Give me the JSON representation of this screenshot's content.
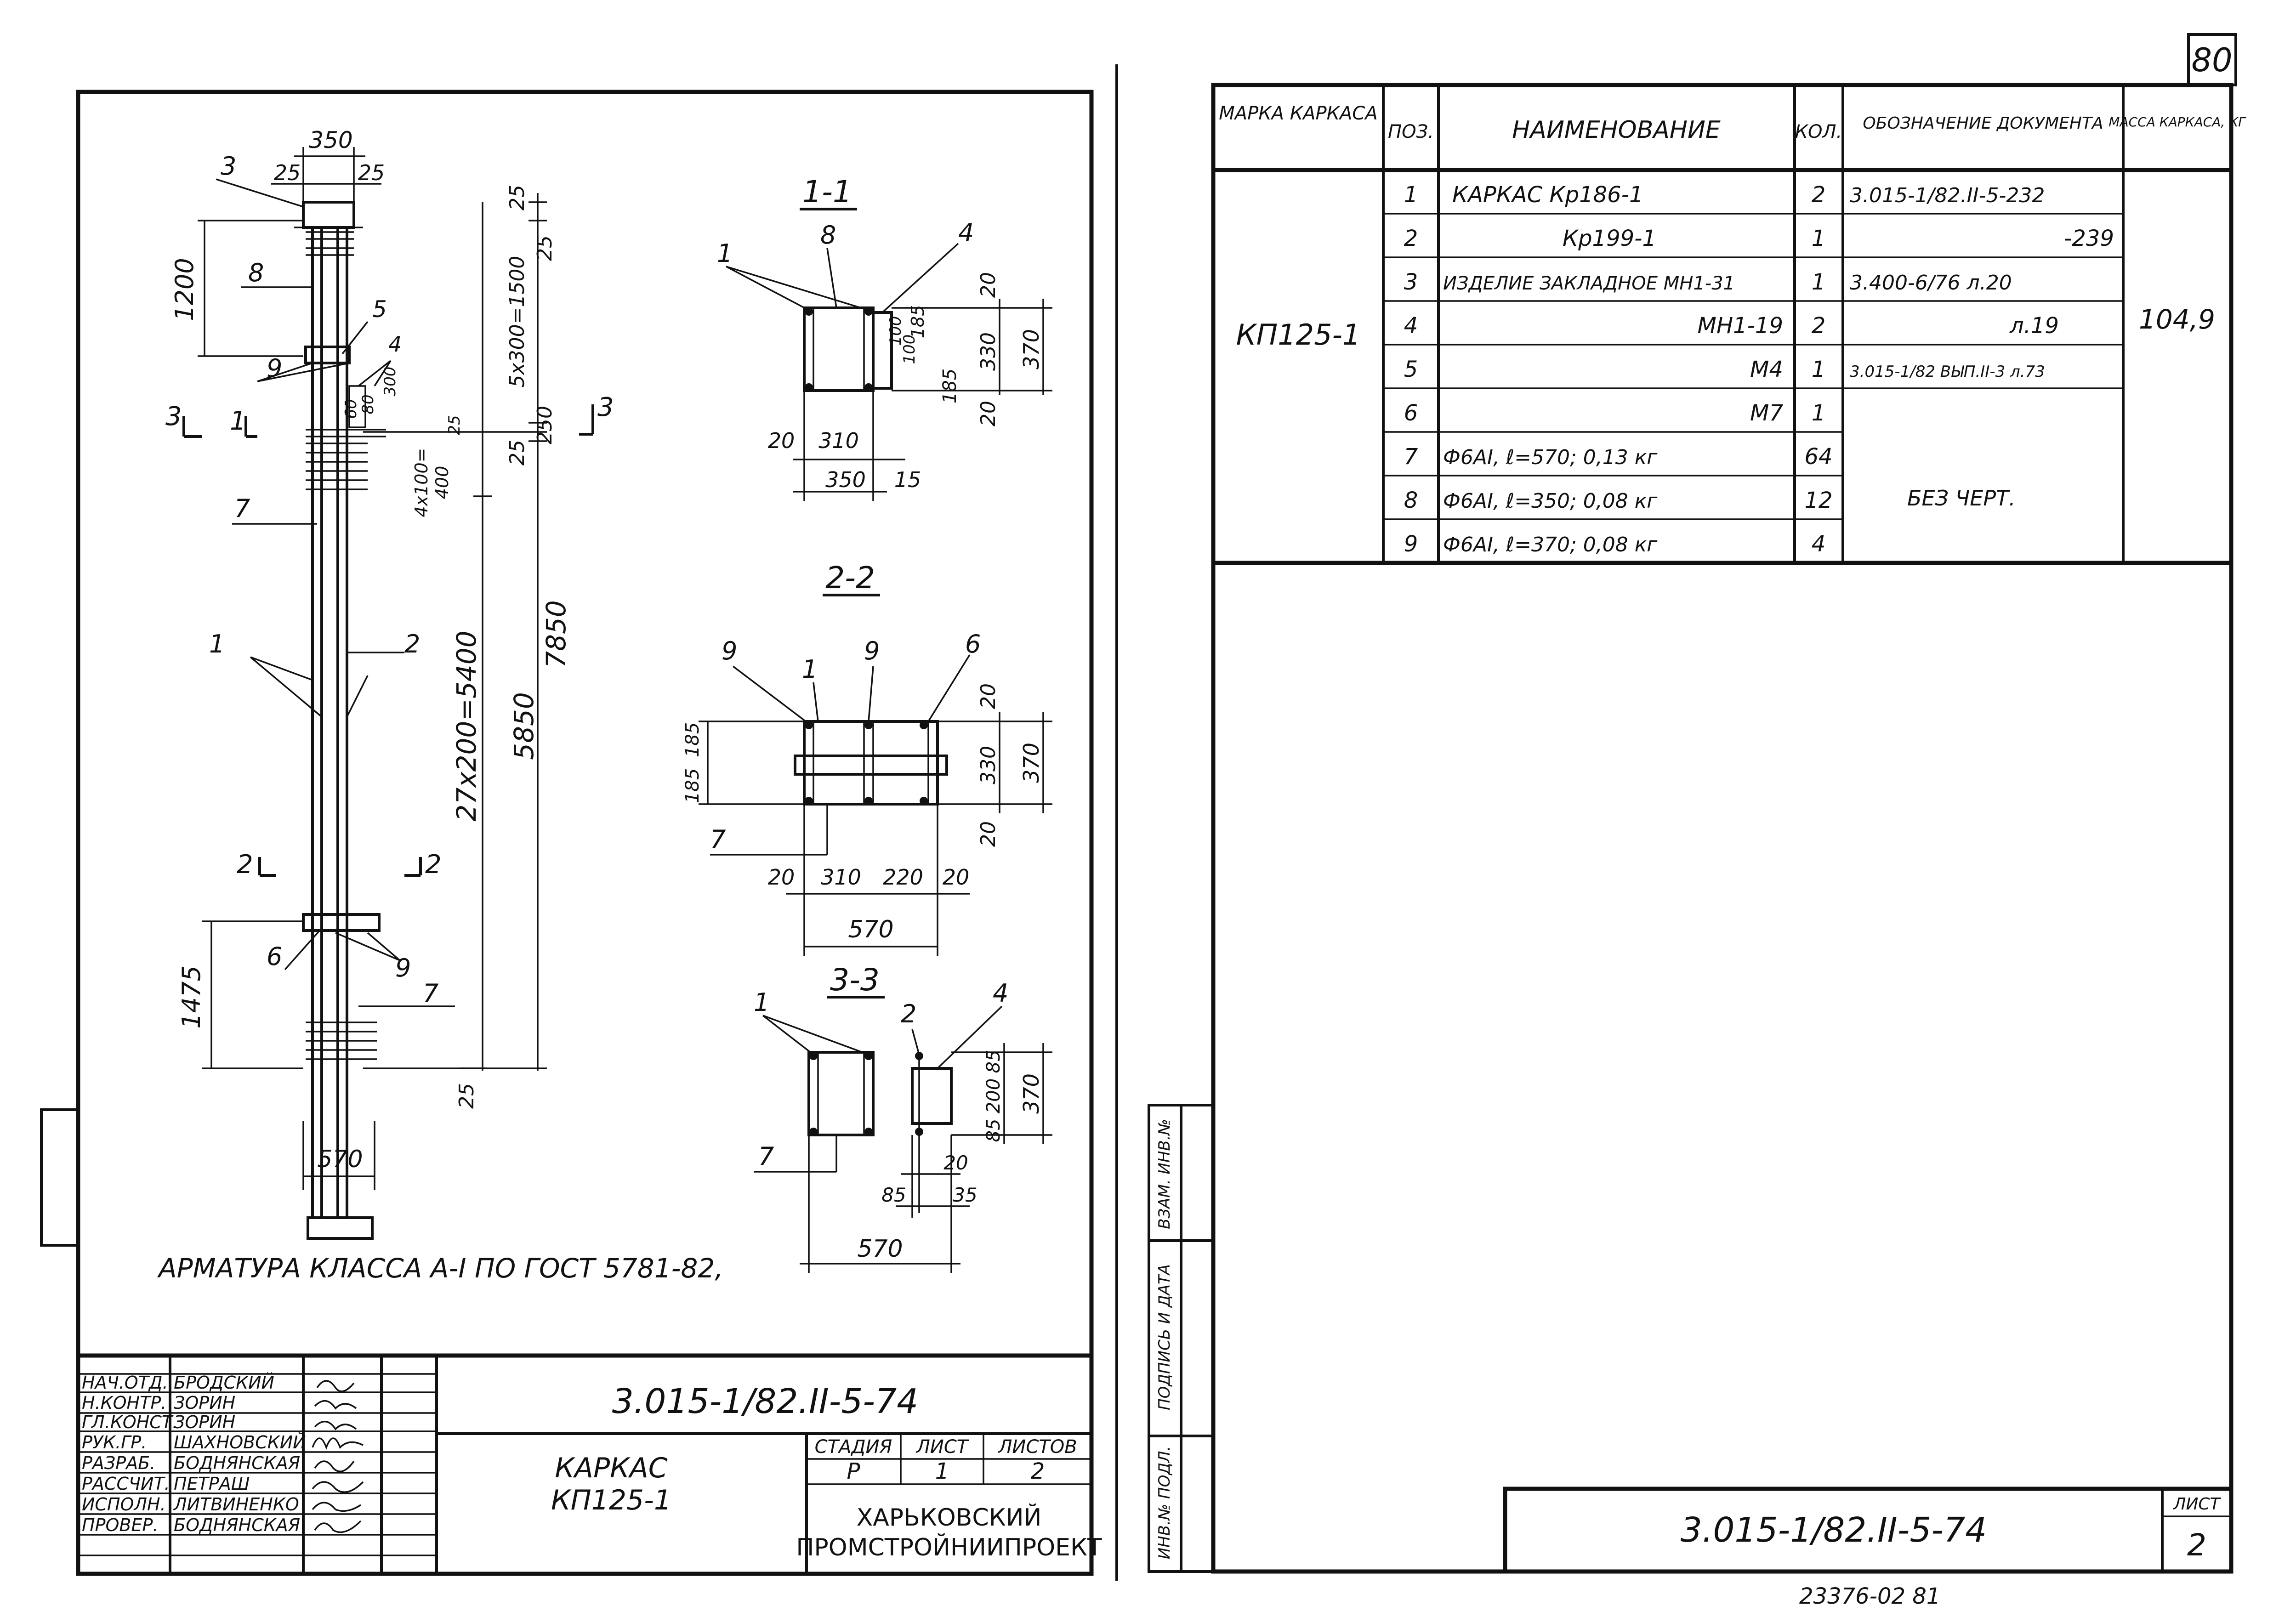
{
  "page_number": "80",
  "footer_number": "23376-02  81",
  "note": "АРМАТУРА  КЛАССА  А-I  ПО  ГОСТ 5781-82,",
  "drawing": {
    "elevation": {
      "dims": {
        "top_total": "350",
        "top_left": "25",
        "top_right": "25",
        "top_gap": "25",
        "h1200": "1200",
        "h5x300": "5x300=1500",
        "h25a": "25",
        "h250": "250",
        "h25b": "25",
        "h4x100": "4x100=",
        "h400": "400",
        "h27x200": "27x200=5400",
        "h5850": "5850",
        "h7850": "7850",
        "h1475": "1475",
        "h25c": "25",
        "bottom_width": "570",
        "d60": "60",
        "d80": "80",
        "d300": "300",
        "d25": "25"
      },
      "callouts": [
        "3",
        "8",
        "5",
        "9",
        "4",
        "7",
        "1",
        "2",
        "6",
        "9",
        "7"
      ],
      "section_marks": {
        "s1": "1",
        "s3": "3",
        "s2": "2"
      }
    },
    "section_1_1": {
      "title": "1-1",
      "callouts": [
        "1",
        "8",
        "4"
      ],
      "dims": [
        "20",
        "310",
        "350",
        "15",
        "20",
        "185",
        "100",
        "100",
        "330",
        "370",
        "185",
        "20"
      ]
    },
    "section_2_2": {
      "title": "2-2",
      "callouts": [
        "9",
        "1",
        "9",
        "6",
        "7"
      ],
      "dims": [
        "185",
        "185",
        "20",
        "330",
        "370",
        "20",
        "20",
        "310",
        "220",
        "20",
        "570"
      ]
    },
    "section_3_3": {
      "title": "3-3",
      "callouts": [
        "1",
        "2",
        "4",
        "7"
      ],
      "dims": [
        "85",
        "200",
        "370",
        "85",
        "20",
        "85",
        "35",
        "570"
      ]
    }
  },
  "spec_table": {
    "headers": {
      "mark": "МАРКА КАРКАСА",
      "pos": "ПОЗ.",
      "name": "НАИМЕНОВАНИЕ",
      "qty": "КОЛ.",
      "doc": "ОБОЗНАЧЕНИЕ ДОКУМЕНТА",
      "mass": "МАССА КАРКАСА, КГ"
    },
    "mark": "КП125-1",
    "mass": "104,9",
    "rows": [
      {
        "pos": "1",
        "name": "КАРКАС  Кр186-1",
        "qty": "2",
        "doc": "3.015-1/82.II-5-232"
      },
      {
        "pos": "2",
        "name": "Кр199-1",
        "qty": "1",
        "doc": "-239"
      },
      {
        "pos": "3",
        "name": "ИЗДЕЛИЕ ЗАКЛАДНОЕ МН1-31",
        "qty": "1",
        "doc": "3.400-6/76  л.20"
      },
      {
        "pos": "4",
        "name": "МН1-19",
        "qty": "2",
        "doc": "л.19"
      },
      {
        "pos": "5",
        "name": "М4",
        "qty": "1",
        "doc": "3.015-1/82 ВЫП.II-3 л.73"
      },
      {
        "pos": "6",
        "name": "М7",
        "qty": "1",
        "doc": ""
      },
      {
        "pos": "7",
        "name": "Ф6АI,  ℓ=570;  0,13 кг",
        "qty": "64",
        "doc": ""
      },
      {
        "pos": "8",
        "name": "Ф6АI,  ℓ=350;  0,08 кг",
        "qty": "12",
        "doc": ""
      },
      {
        "pos": "9",
        "name": "Ф6АI,  ℓ=370;  0,08 кг",
        "qty": "4",
        "doc": ""
      }
    ],
    "no_drawing": "БЕЗ ЧЕРТ."
  },
  "title_block": {
    "code": "3.015-1/82.II-5-74",
    "title_line1": "КАРКАС",
    "title_line2": "КП125-1",
    "stage_label": "СТАДИЯ",
    "sheet_label": "ЛИСТ",
    "sheets_label": "ЛИСТОВ",
    "stage": "Р",
    "sheet": "1",
    "sheets": "2",
    "org_line1": "ХАРЬКОВСКИЙ",
    "org_line2": "ПРОМСТРОЙНИИПРОЕКТ",
    "people": [
      {
        "role": "НАЧ.ОТД.",
        "name": "БРОДСКИЙ"
      },
      {
        "role": "Н.КОНТР.",
        "name": "ЗОРИН"
      },
      {
        "role": "ГЛ.КОНСТ.",
        "name": "ЗОРИН"
      },
      {
        "role": "РУК.ГР.",
        "name": "ШАХНОВСКИЙ"
      },
      {
        "role": "РАЗРАБ.",
        "name": "БОДНЯНСКАЯ"
      },
      {
        "role": "РАССЧИТ.",
        "name": "ПЕТРАШ"
      },
      {
        "role": "ИСПОЛН.",
        "name": "ЛИТВИНЕНКО"
      },
      {
        "role": "ПРОВЕР.",
        "name": "БОДНЯНСКАЯ"
      }
    ]
  },
  "right_sheet": {
    "code": "3.015-1/82.II-5-74",
    "sheet_label": "ЛИСТ",
    "sheet": "2",
    "side_labels": [
      "ИНВ.№ ПОДЛ.",
      "ПОДПИСЬ И ДАТА",
      "ВЗАМ. ИНВ.№"
    ]
  }
}
